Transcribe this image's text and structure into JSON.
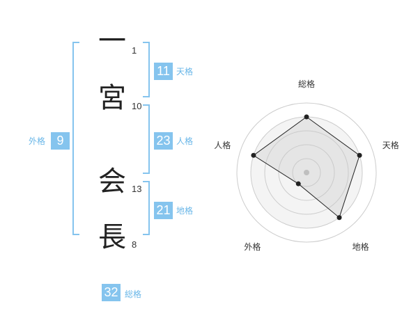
{
  "name": {
    "chars": [
      {
        "char": "一",
        "strokes": "1"
      },
      {
        "char": "宮",
        "strokes": "10"
      },
      {
        "char": "会",
        "strokes": "13"
      },
      {
        "char": "長",
        "strokes": "8"
      }
    ]
  },
  "grades": {
    "tenkaku": {
      "value": "11",
      "label": "天格"
    },
    "jinkaku": {
      "value": "23",
      "label": "人格"
    },
    "chikaku": {
      "value": "21",
      "label": "地格"
    },
    "gaikaku": {
      "value": "9",
      "label": "外格"
    },
    "soukaku": {
      "value": "32",
      "label": "総格"
    }
  },
  "chart_data": {
    "type": "radar",
    "axes": [
      "総格",
      "天格",
      "地格",
      "外格",
      "人格"
    ],
    "values": [
      4,
      4,
      4,
      1,
      4
    ],
    "max": 5,
    "rings": 5,
    "colors": {
      "ring": "#cccccc",
      "fill": "#eeeeee",
      "line": "#222222",
      "point": "#222222",
      "center": "#bbbbbb"
    }
  }
}
